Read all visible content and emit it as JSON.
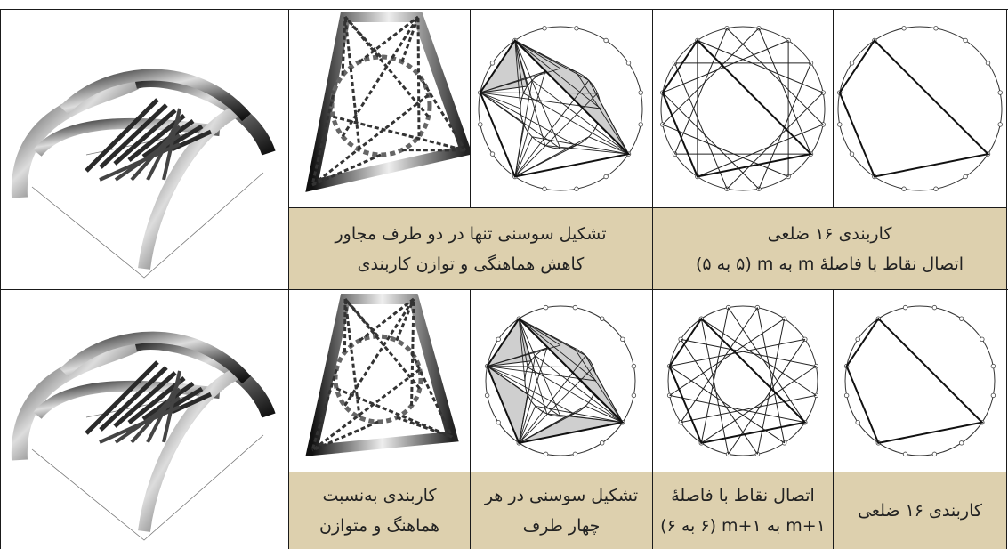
{
  "row1": {
    "caption_right": [
      "کاربندی ۱۶ ضلعی",
      "اتصال نقاط با فاصلهٔ m به m  (۵ به ۵)"
    ],
    "caption_left": [
      "تشکیل سوسنی تنها در دو طرف مجاور",
      "کاهش هماهنگی و توازن کاربندی"
    ]
  },
  "row2": {
    "caption_1": [
      "کاربندی ۱۶ ضلعی"
    ],
    "caption_2": [
      "اتصال نقاط با فاصلهٔ",
      "m+۱ به m+۱ (۶ به ۶)"
    ],
    "caption_3": [
      "تشکیل سوسنی در هر",
      "چهار طرف"
    ],
    "caption_4": [
      "کاربندی به‌نسبت",
      "هماهنگ و متوازن"
    ]
  },
  "colors": {
    "caption_bg": "#ddd0ae",
    "grid_line": "#1a1a1a",
    "shade_fill": "#cfcfcf"
  }
}
